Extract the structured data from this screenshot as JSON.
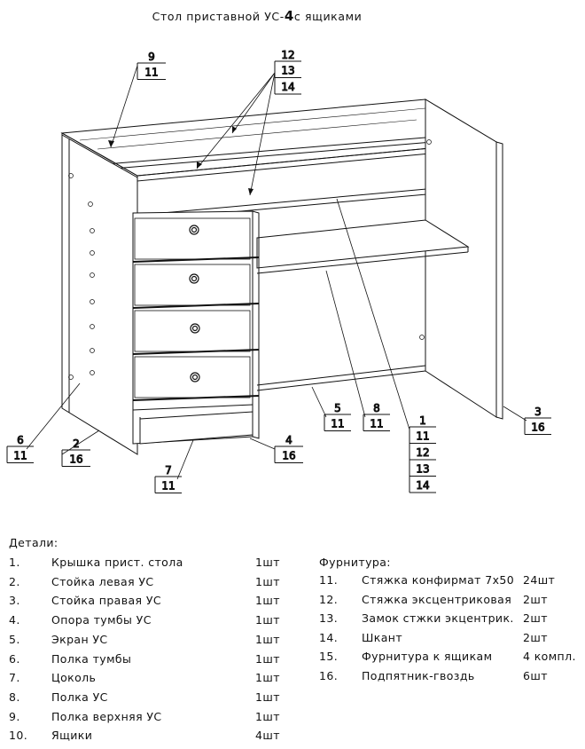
{
  "title": {
    "prefix": "Стол  приставной УС-",
    "bold": "4",
    "suffix": "с ящиками"
  },
  "callouts": [
    {
      "id": "c9",
      "top": "9",
      "bottoms": [
        "11"
      ]
    },
    {
      "id": "c12",
      "top": "12",
      "bottoms": [
        "13",
        "14"
      ]
    },
    {
      "id": "c6",
      "top": "6",
      "bottoms": [
        "11"
      ]
    },
    {
      "id": "c2",
      "top": "2",
      "bottoms": [
        "16"
      ]
    },
    {
      "id": "c7",
      "top": "7",
      "bottoms": [
        "11"
      ]
    },
    {
      "id": "c4",
      "top": "4",
      "bottoms": [
        "16"
      ]
    },
    {
      "id": "c5",
      "top": "5",
      "bottoms": [
        "11"
      ]
    },
    {
      "id": "c8",
      "top": "8",
      "bottoms": [
        "11"
      ]
    },
    {
      "id": "c1",
      "top": "1",
      "bottoms": [
        "11",
        "12",
        "13",
        "14"
      ]
    },
    {
      "id": "c3",
      "top": "3",
      "bottoms": [
        "16"
      ]
    }
  ],
  "parts": {
    "heading": "Детали:",
    "items": [
      {
        "num": "1.",
        "name": "Крышка прист. стола",
        "qty": "1шт"
      },
      {
        "num": "2.",
        "name": "Стойка левая УС",
        "qty": "1шт"
      },
      {
        "num": "3.",
        "name": "Стойка правая УС",
        "qty": "1шт"
      },
      {
        "num": "4.",
        "name": "Опора тумбы УС",
        "qty": "1шт"
      },
      {
        "num": "5.",
        "name": "Экран УС",
        "qty": "1шт"
      },
      {
        "num": "6.",
        "name": "Полка тумбы",
        "qty": "1шт"
      },
      {
        "num": "7.",
        "name": "Цоколь",
        "qty": "1шт"
      },
      {
        "num": "8.",
        "name": "Полка УС",
        "qty": "1шт"
      },
      {
        "num": "9.",
        "name": "Полка верхняя УС",
        "qty": "1шт"
      },
      {
        "num": "10.",
        "name": "Ящики",
        "qty": "4шт"
      }
    ]
  },
  "hardware": {
    "heading": "Фурнитура:",
    "items": [
      {
        "num": "11.",
        "name": "Стяжка конфирмат 7х50",
        "qty": "24шт"
      },
      {
        "num": "12.",
        "name": "Стяжка эксцентриковая",
        "qty": "2шт"
      },
      {
        "num": "13.",
        "name": "Замок стжки экцентрик.",
        "qty": "2шт"
      },
      {
        "num": "14.",
        "name": "Шкант",
        "qty": "2шт"
      },
      {
        "num": "15.",
        "name": "Фурнитура к ящикам",
        "qty": "4 компл."
      },
      {
        "num": "16.",
        "name": "Подпятник-гвоздь",
        "qty": "6шт"
      }
    ]
  }
}
